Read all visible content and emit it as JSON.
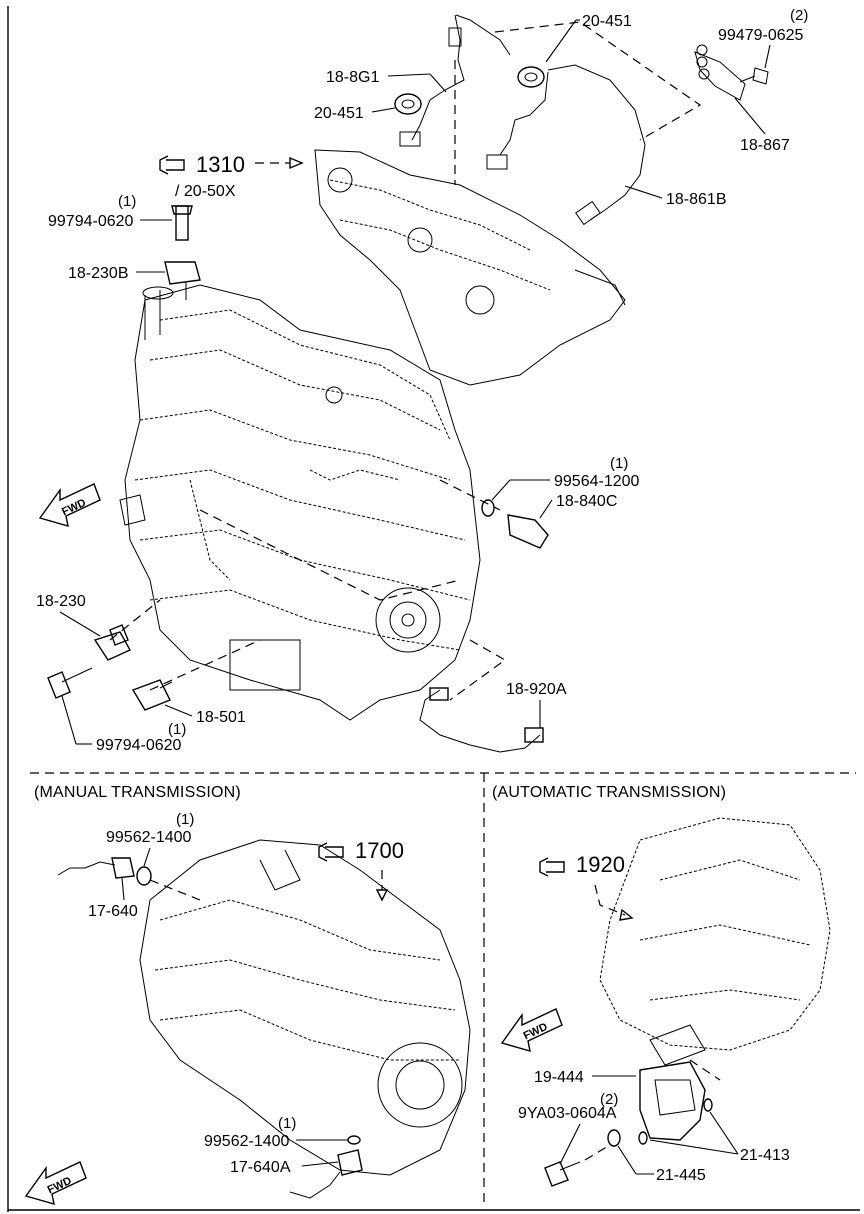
{
  "sections": {
    "manual": "(MANUAL TRANSMISSION)",
    "automatic": "(AUTOMATIC TRANSMISSION)"
  },
  "fwd_arrows": [
    "FWD",
    "FWD",
    "FWD"
  ],
  "refs": {
    "ref_1310": "1310",
    "ref_20_50x": "/ 20-50X",
    "ref_1700": "1700",
    "ref_1920": "1920"
  },
  "labels": {
    "p20_451_top": "20-451",
    "p99479_qty": "(2)",
    "p99479": "99479-0625",
    "p18_8g1": "18-8G1",
    "p20_451_left": "20-451",
    "p18_867": "18-867",
    "p18_861b": "18-861B",
    "p99794_top_qty": "(1)",
    "p99794_top": "99794-0620",
    "p18_230b": "18-230B",
    "p99564_qty": "(1)",
    "p99564": "99564-1200",
    "p18_840c": "18-840C",
    "p18_230": "18-230",
    "p18_920a": "18-920A",
    "p18_501_qty": "(1)",
    "p18_501": "18-501",
    "p99794_bottom": "99794-0620",
    "p99562_top_qty": "(1)",
    "p99562_top": "99562-1400",
    "p17_640": "17-640",
    "p99562_bottom_qty": "(1)",
    "p99562_bottom": "99562-1400",
    "p17_640a": "17-640A",
    "p19_444": "19-444",
    "p9ya03_qty": "(2)",
    "p9ya03": "9YA03-0604A",
    "p21_413": "21-413",
    "p21_445": "21-445"
  }
}
